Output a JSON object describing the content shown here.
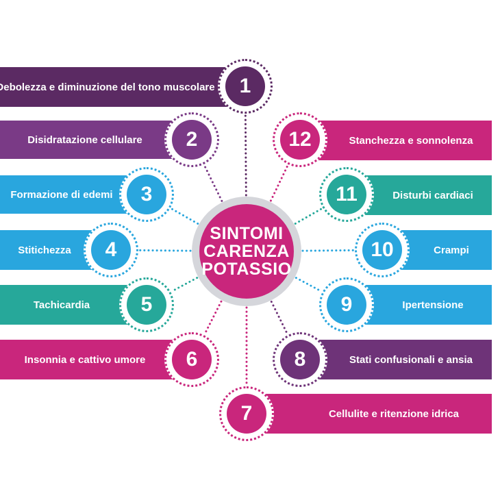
{
  "center": {
    "lines": [
      "SINTOMI",
      "CARENZA",
      "POTASSIO"
    ],
    "color": "#c9267c",
    "ring_color": "#d5d6db"
  },
  "colors": {
    "dark_purple": "#5b2a63",
    "purple": "#7a3a86",
    "blue": "#29a6de",
    "teal": "#26a89a",
    "magenta": "#c9267c"
  },
  "symptoms": [
    {
      "number": "1",
      "label": "Debolezza e diminuzione del tono muscolare",
      "color": "#5b2a63"
    },
    {
      "number": "2",
      "label": "Disidratazione cellulare",
      "color": "#7a3a86"
    },
    {
      "number": "3",
      "label": "Formazione di edemi",
      "color": "#29a6de"
    },
    {
      "number": "4",
      "label": "Stitichezza",
      "color": "#29a6de"
    },
    {
      "number": "5",
      "label": "Tachicardia",
      "color": "#26a89a"
    },
    {
      "number": "6",
      "label": "Insonnia e cattivo umore",
      "color": "#c9267c"
    },
    {
      "number": "7",
      "label": "Cellulite e ritenzione idrica",
      "color": "#c9267c"
    },
    {
      "number": "8",
      "label": "Stati confusionali e ansia",
      "color": "#6e3378"
    },
    {
      "number": "9",
      "label": "Ipertensione",
      "color": "#29a6de"
    },
    {
      "number": "10",
      "label": "Crampi",
      "color": "#29a6de"
    },
    {
      "number": "11",
      "label": "Disturbi cardiaci",
      "color": "#26a89a"
    },
    {
      "number": "12",
      "label": "Stanchezza e sonnolenza",
      "color": "#c9267c"
    }
  ]
}
